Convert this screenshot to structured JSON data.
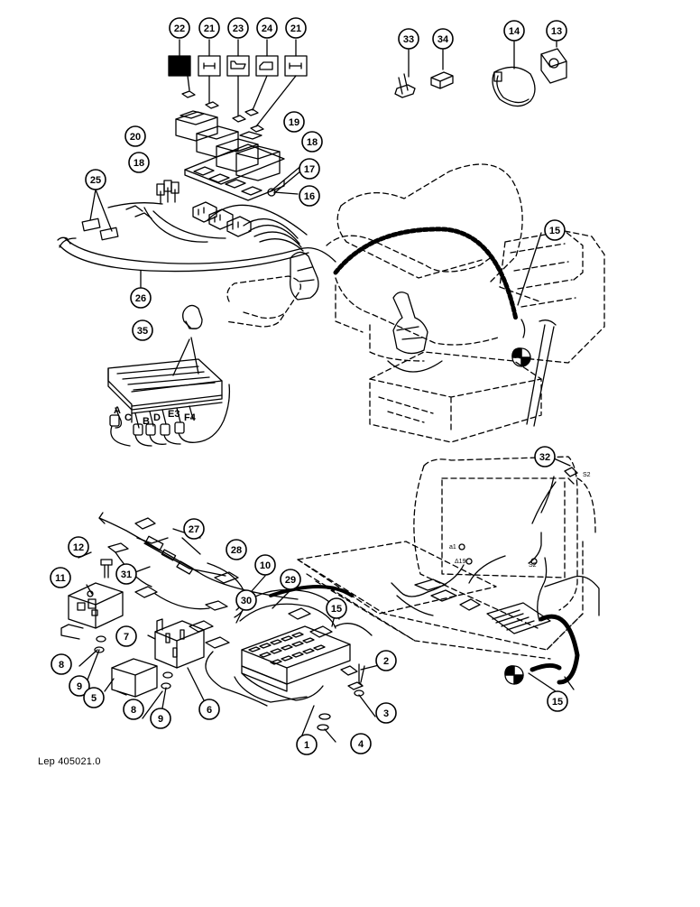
{
  "reference_code": "Lep 405021.0",
  "callouts": [
    {
      "id": "c22",
      "label": "22"
    },
    {
      "id": "c21a",
      "label": "21"
    },
    {
      "id": "c23",
      "label": "23"
    },
    {
      "id": "c24",
      "label": "24"
    },
    {
      "id": "c21b",
      "label": "21"
    },
    {
      "id": "c33",
      "label": "33"
    },
    {
      "id": "c34",
      "label": "34"
    },
    {
      "id": "c14",
      "label": "14"
    },
    {
      "id": "c13",
      "label": "13"
    },
    {
      "id": "c20",
      "label": "20"
    },
    {
      "id": "c19",
      "label": "19"
    },
    {
      "id": "c18a",
      "label": "18"
    },
    {
      "id": "c18b",
      "label": "18"
    },
    {
      "id": "c17",
      "label": "17"
    },
    {
      "id": "c16",
      "label": "16"
    },
    {
      "id": "c25",
      "label": "25"
    },
    {
      "id": "c26",
      "label": "26"
    },
    {
      "id": "c15a",
      "label": "15"
    },
    {
      "id": "c35",
      "label": "35"
    },
    {
      "id": "c32",
      "label": "32"
    },
    {
      "id": "c27",
      "label": "27"
    },
    {
      "id": "c12",
      "label": "12"
    },
    {
      "id": "c31",
      "label": "31"
    },
    {
      "id": "c28",
      "label": "28"
    },
    {
      "id": "c10",
      "label": "10"
    },
    {
      "id": "c11",
      "label": "11"
    },
    {
      "id": "c29",
      "label": "29"
    },
    {
      "id": "c30",
      "label": "30"
    },
    {
      "id": "c15b",
      "label": "15"
    },
    {
      "id": "c7",
      "label": "7"
    },
    {
      "id": "c8a",
      "label": "8"
    },
    {
      "id": "c9a",
      "label": "9"
    },
    {
      "id": "c2",
      "label": "2"
    },
    {
      "id": "c5",
      "label": "5"
    },
    {
      "id": "c8b",
      "label": "8"
    },
    {
      "id": "c9b",
      "label": "9"
    },
    {
      "id": "c6",
      "label": "6"
    },
    {
      "id": "c3",
      "label": "3"
    },
    {
      "id": "c1",
      "label": "1"
    },
    {
      "id": "c4",
      "label": "4"
    },
    {
      "id": "c15c",
      "label": "15"
    }
  ],
  "connector_letters": [
    {
      "id": "A",
      "label": "A"
    },
    {
      "id": "C",
      "label": "C"
    },
    {
      "id": "B",
      "label": "B"
    },
    {
      "id": "D",
      "label": "D"
    },
    {
      "id": "E3",
      "label": "E3"
    },
    {
      "id": "F4",
      "label": "F4"
    }
  ],
  "panel_marks": [
    {
      "id": "a1",
      "label": "a1"
    },
    {
      "id": "d19",
      "label": "Δ19"
    },
    {
      "id": "s2",
      "label": "S2"
    },
    {
      "id": "s2b",
      "label": "S2"
    }
  ]
}
